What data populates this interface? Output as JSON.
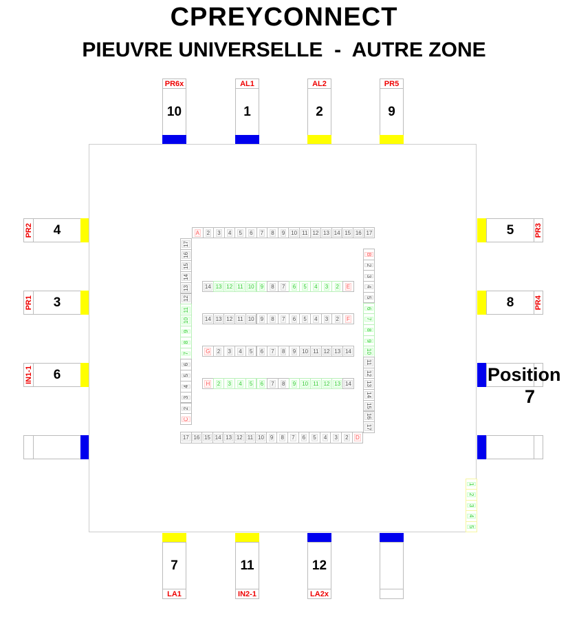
{
  "title": "CPREYCONNECT",
  "subtitle": "PIEUVRE UNIVERSELLE  -  AUTRE ZONE",
  "colors": {
    "blue": "#0000ee",
    "yellow": "#ffff00",
    "red_label": "#ee0000",
    "green": "#33cc33"
  },
  "connectors": {
    "top": [
      {
        "label": "PR6x",
        "number": "10",
        "color": "blue"
      },
      {
        "label": "AL1",
        "number": "1",
        "color": "blue"
      },
      {
        "label": "AL2",
        "number": "2",
        "color": "yellow"
      },
      {
        "label": "PR5",
        "number": "9",
        "color": "yellow"
      }
    ],
    "left": [
      {
        "label": "PR2",
        "number": "4",
        "color": "yellow"
      },
      {
        "label": "PR1",
        "number": "3",
        "color": "yellow"
      },
      {
        "label": "IN1-1",
        "number": "6",
        "color": "yellow"
      },
      {
        "label": "",
        "number": "",
        "color": "blue"
      }
    ],
    "right": [
      {
        "label": "PR3",
        "number": "5",
        "color": "yellow"
      },
      {
        "label": "PR4",
        "number": "8",
        "color": "yellow"
      },
      {
        "label": "",
        "number": "",
        "color": "blue"
      },
      {
        "label": "",
        "number": "",
        "color": "blue"
      }
    ],
    "bottom": [
      {
        "label": "LA1",
        "number": "7",
        "color": "yellow"
      },
      {
        "label": "IN2-1",
        "number": "11",
        "color": "yellow"
      },
      {
        "label": "LA2x",
        "number": "12",
        "color": "blue"
      },
      {
        "label": "",
        "number": "",
        "color": "blue"
      }
    ]
  },
  "position_label": {
    "line1": "Position",
    "line2": "7"
  },
  "strips": {
    "top": [
      [
        "A",
        "r"
      ],
      [
        "2",
        ""
      ],
      [
        "3",
        ""
      ],
      [
        "4",
        ""
      ],
      [
        "5",
        ""
      ],
      [
        "6",
        ""
      ],
      [
        "7",
        ""
      ],
      [
        "8",
        ""
      ],
      [
        "9",
        ""
      ],
      [
        "10",
        ""
      ],
      [
        "11",
        ""
      ],
      [
        "12",
        ""
      ],
      [
        "13",
        ""
      ],
      [
        "14",
        ""
      ],
      [
        "15",
        ""
      ],
      [
        "16",
        ""
      ],
      [
        "17",
        ""
      ]
    ],
    "left": [
      [
        "17",
        ""
      ],
      [
        "16",
        ""
      ],
      [
        "15",
        ""
      ],
      [
        "14",
        ""
      ],
      [
        "13",
        ""
      ],
      [
        "12",
        ""
      ],
      [
        "11",
        "g"
      ],
      [
        "10",
        "g"
      ],
      [
        "9",
        "g"
      ],
      [
        "8",
        "g"
      ],
      [
        "7",
        "g"
      ],
      [
        "6",
        ""
      ],
      [
        "5",
        ""
      ],
      [
        "4",
        ""
      ],
      [
        "3",
        ""
      ],
      [
        "2",
        ""
      ],
      [
        "C",
        "r"
      ]
    ],
    "right": [
      [
        "B",
        "r"
      ],
      [
        "2",
        ""
      ],
      [
        "3",
        ""
      ],
      [
        "4",
        ""
      ],
      [
        "5",
        ""
      ],
      [
        "6",
        "g"
      ],
      [
        "7",
        "g"
      ],
      [
        "8",
        "g"
      ],
      [
        "9",
        "g"
      ],
      [
        "10",
        "g"
      ],
      [
        "11",
        ""
      ],
      [
        "12",
        ""
      ],
      [
        "13",
        ""
      ],
      [
        "14",
        ""
      ],
      [
        "15",
        ""
      ],
      [
        "16",
        ""
      ],
      [
        "17",
        ""
      ]
    ],
    "bottom": [
      [
        "17",
        ""
      ],
      [
        "16",
        ""
      ],
      [
        "15",
        ""
      ],
      [
        "14",
        ""
      ],
      [
        "13",
        ""
      ],
      [
        "12",
        ""
      ],
      [
        "11",
        ""
      ],
      [
        "10",
        ""
      ],
      [
        "9",
        ""
      ],
      [
        "8",
        ""
      ],
      [
        "7",
        ""
      ],
      [
        "6",
        ""
      ],
      [
        "5",
        ""
      ],
      [
        "4",
        ""
      ],
      [
        "3",
        ""
      ],
      [
        "2",
        ""
      ],
      [
        "D",
        "r"
      ]
    ],
    "rowE": [
      [
        "14",
        ""
      ],
      [
        "13",
        "g"
      ],
      [
        "12",
        "g"
      ],
      [
        "11",
        "g"
      ],
      [
        "10",
        "g"
      ],
      [
        "9",
        "g"
      ],
      [
        "8",
        ""
      ],
      [
        "7",
        ""
      ],
      [
        "6",
        "g"
      ],
      [
        "5",
        "g"
      ],
      [
        "4",
        "g"
      ],
      [
        "3",
        "g"
      ],
      [
        "2",
        "g"
      ],
      [
        "E",
        "r"
      ]
    ],
    "rowF": [
      [
        "14",
        ""
      ],
      [
        "13",
        ""
      ],
      [
        "12",
        ""
      ],
      [
        "11",
        ""
      ],
      [
        "10",
        ""
      ],
      [
        "9",
        ""
      ],
      [
        "8",
        ""
      ],
      [
        "7",
        ""
      ],
      [
        "6",
        ""
      ],
      [
        "5",
        ""
      ],
      [
        "4",
        ""
      ],
      [
        "3",
        ""
      ],
      [
        "2",
        ""
      ],
      [
        "F",
        "r"
      ]
    ],
    "rowG": [
      [
        "G",
        "r"
      ],
      [
        "2",
        ""
      ],
      [
        "3",
        ""
      ],
      [
        "4",
        ""
      ],
      [
        "5",
        ""
      ],
      [
        "6",
        ""
      ],
      [
        "7",
        ""
      ],
      [
        "8",
        ""
      ],
      [
        "9",
        ""
      ],
      [
        "10",
        ""
      ],
      [
        "11",
        ""
      ],
      [
        "12",
        ""
      ],
      [
        "13",
        ""
      ],
      [
        "14",
        ""
      ]
    ],
    "rowH": [
      [
        "H",
        "r"
      ],
      [
        "2",
        "g"
      ],
      [
        "3",
        "g"
      ],
      [
        "4",
        "g"
      ],
      [
        "5",
        "g"
      ],
      [
        "6",
        "g"
      ],
      [
        "7",
        ""
      ],
      [
        "8",
        ""
      ],
      [
        "9",
        "g"
      ],
      [
        "10",
        "g"
      ],
      [
        "11",
        "g"
      ],
      [
        "12",
        "g"
      ],
      [
        "13",
        "g"
      ],
      [
        "14",
        ""
      ]
    ],
    "small": [
      [
        "1",
        "g y"
      ],
      [
        "2",
        "g y"
      ],
      [
        "3",
        "g y"
      ],
      [
        "4",
        "g y"
      ],
      [
        "5",
        "g y"
      ]
    ]
  }
}
